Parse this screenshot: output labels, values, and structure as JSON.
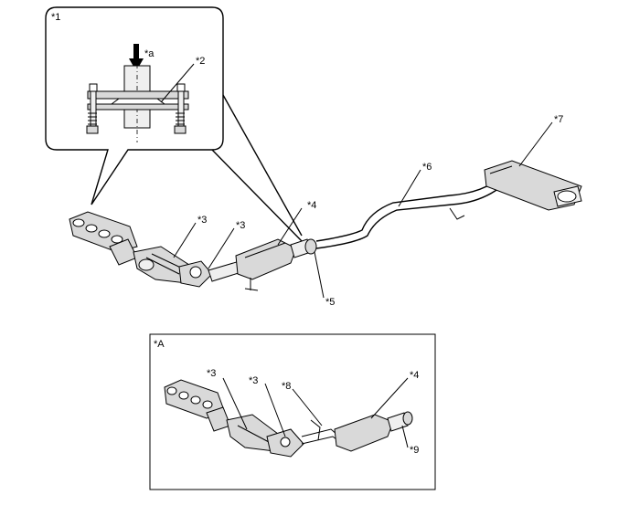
{
  "labels": {
    "detail": "*1",
    "arrow": "*a",
    "gasket": "*2",
    "conv_left": "*3",
    "conv_right": "*3",
    "front_pipe": "*4",
    "joint": "*5",
    "center_pipe": "*6",
    "muffler": "*7"
  },
  "inset": {
    "title": "*A",
    "conv_left": "*3",
    "conv_right": "*3",
    "sensor": "*8",
    "front_pipe": "*4",
    "joint": "*9"
  }
}
